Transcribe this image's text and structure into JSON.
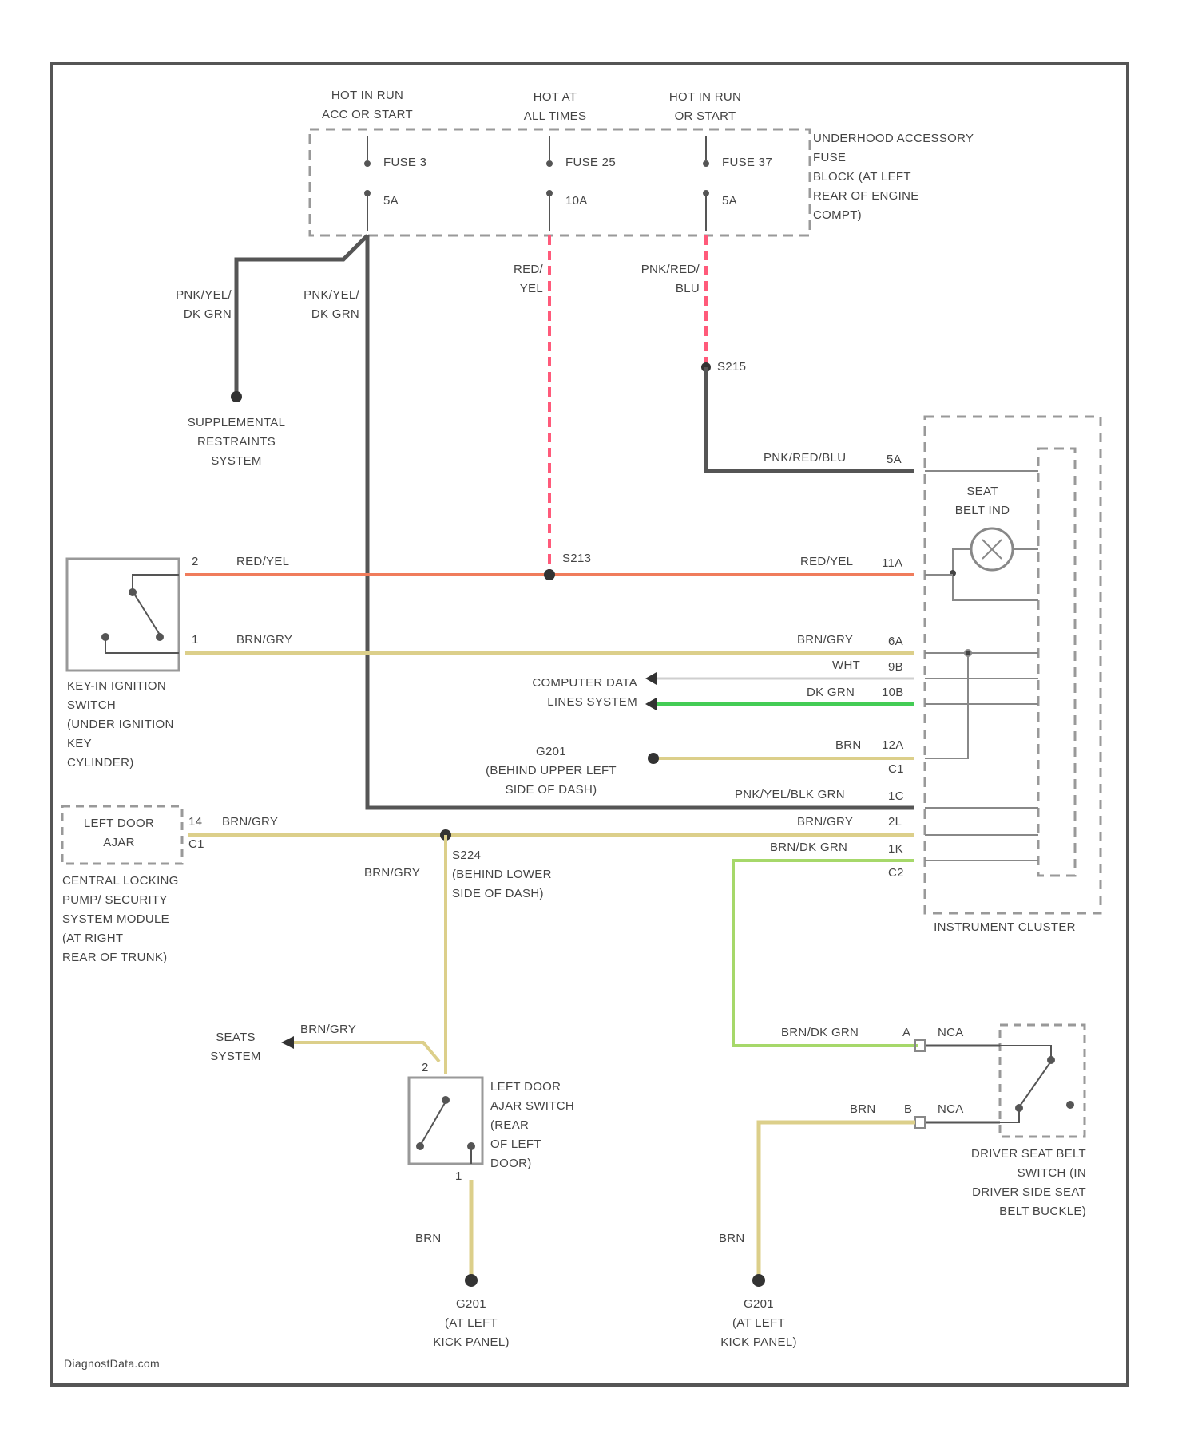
{
  "power": {
    "hot_run_acc": "HOT IN RUN\nACC OR START",
    "hot_all_times": "HOT AT\nALL TIMES",
    "hot_run_start": "HOT IN RUN\nOR START"
  },
  "fuses": {
    "fuse3": "FUSE 3",
    "fuse3_amp": "5A",
    "fuse25": "FUSE 25",
    "fuse25_amp": "10A",
    "fuse37": "FUSE 37",
    "fuse37_amp": "5A",
    "block": "UNDERHOOD ACCESSORY\nFUSE\nBLOCK (AT LEFT\nREAR OF ENGINE\nCOMPT)"
  },
  "wires": {
    "pnk_yel_dkgrn": "PNK/YEL/\nDK GRN",
    "red_yel_v": "RED/\nYEL",
    "pnk_red_blu_v": "PNK/RED/\nBLU",
    "pnk_red_blu": "PNK/RED/BLU",
    "red_yel": "RED/YEL",
    "brn_gry": "BRN/GRY",
    "wht": "WHT",
    "dk_grn": "DK GRN",
    "brn": "BRN",
    "pnk_yel_blk_grn": "PNK/YEL/BLK GRN",
    "brn_dk_grn": "BRN/DK GRN",
    "nca": "NCA"
  },
  "splices": {
    "s215": "S215",
    "s213": "S213",
    "s224": "S224\n(BEHIND LOWER\nSIDE OF DASH)",
    "g201_upper": "G201\n(BEHIND UPPER LEFT\nSIDE OF DASH)"
  },
  "pins": {
    "p2": "2",
    "p1": "1",
    "p14": "14",
    "c1": "C1",
    "p5a": "5A",
    "p11a": "11A",
    "p6a": "6A",
    "p9b": "9B",
    "p10b": "10B",
    "p12a": "12A",
    "p1a": "C1",
    "p1b": "1C",
    "p2l": "2L",
    "p1k": "1K",
    "p2c": "C2",
    "pa": "A",
    "pb": "B",
    "p2d": "2",
    "p1d": "1"
  },
  "components": {
    "srs": "SUPPLEMENTAL\nRESTRAINTS\nSYSTEM",
    "key_switch": "KEY-IN IGNITION\nSWITCH\n(UNDER IGNITION\nKEY\nCYLINDER)",
    "computer_data": "COMPUTER DATA\nLINES SYSTEM",
    "left_door_ajar": "LEFT DOOR\nAJAR",
    "central_locking": "CENTRAL LOCKING\nPUMP/ SECURITY\nSYSTEM MODULE\n(AT RIGHT\nREAR OF TRUNK)",
    "instrument_cluster": "INSTRUMENT CLUSTER",
    "seat_belt_ind": "SEAT\nBELT IND",
    "seats_system": "SEATS\nSYSTEM",
    "door_switch": "LEFT DOOR\nAJAR SWITCH\n(REAR\nOF LEFT\nDOOR)",
    "belt_switch": "DRIVER SEAT BELT\nSWITCH (IN\nDRIVER SIDE SEAT\nBELT BUCKLE)",
    "g201_kick1": "G201\n(AT LEFT\nKICK PANEL)",
    "g201_kick2": "G201\n(AT LEFT\nKICK PANEL)"
  },
  "footer": {
    "source": "DiagnostData.com"
  },
  "colors": {
    "red_wire": "#f07c5c",
    "pink_wire": "#ff5a7a",
    "tan_wire": "#dccf8a",
    "green_wire": "#44cc55",
    "dark_wire": "#555555",
    "gray_wire": "#888888"
  }
}
